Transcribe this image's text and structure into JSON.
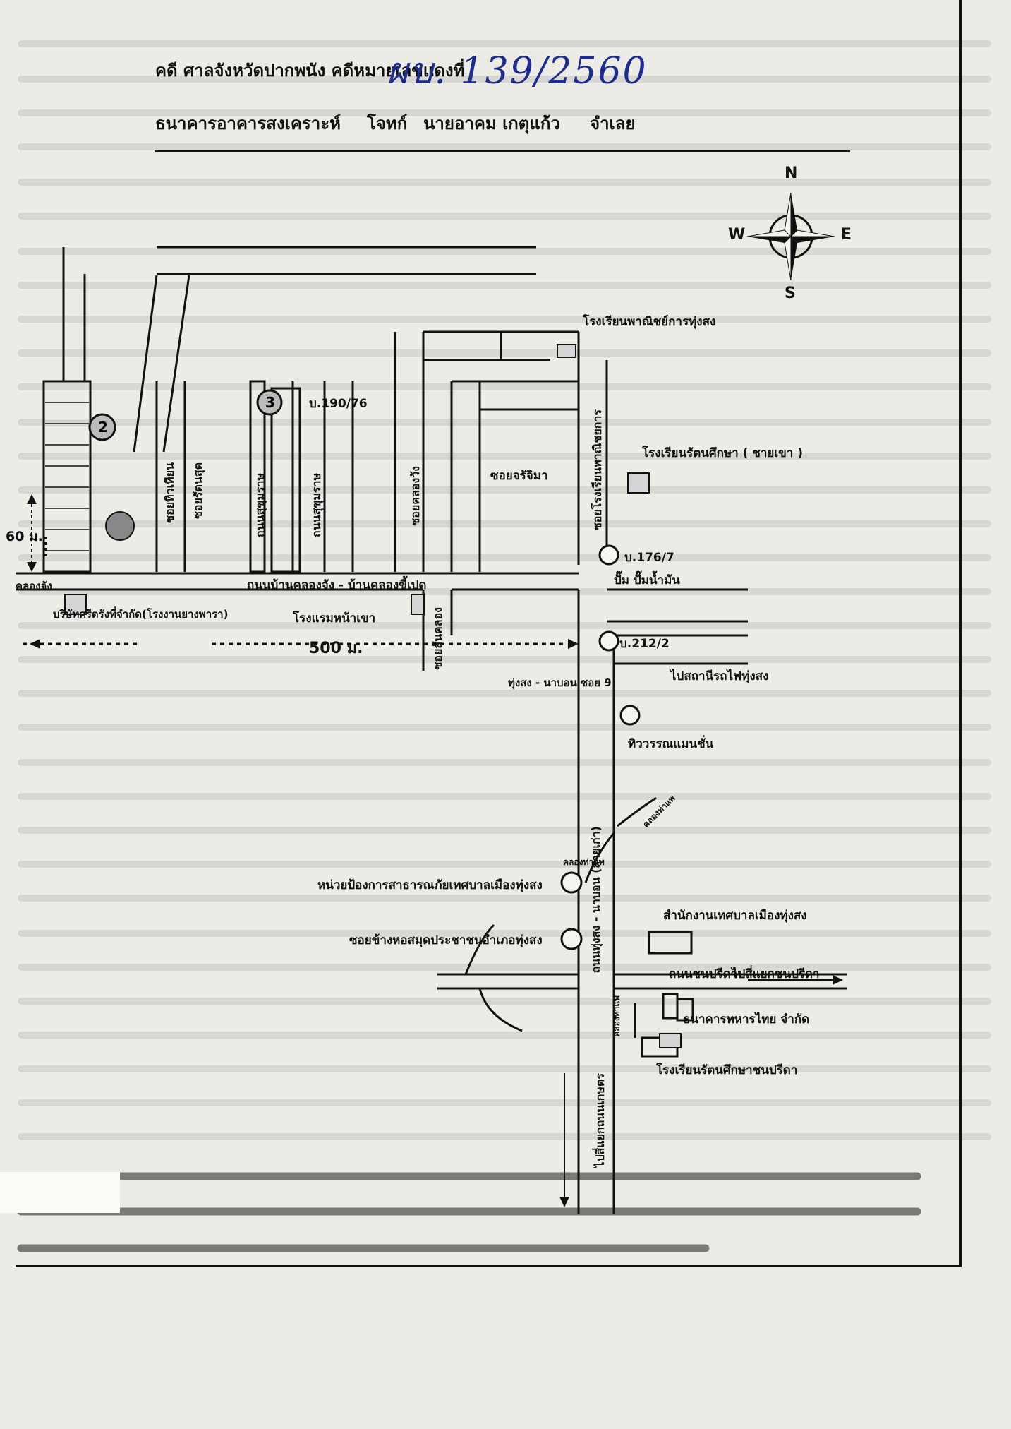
{
  "header": {
    "case_line_label": "คดี ศาลจังหวัดปากพนัง คดีหมายเลขแดงที่",
    "case_number_handwritten": "ผบ. 139/2560",
    "parties_plaintiff": "ธนาคารอาคารสงเคราะห์",
    "parties_role_plaintiff": "โจทก์",
    "parties_defendant": "นายอาคม เกตุแก้ว",
    "parties_role_defendant": "จำเลย"
  },
  "compass": {
    "n": "N",
    "s": "S",
    "e": "E",
    "w": "W"
  },
  "map": {
    "distance_60": "60 ม.",
    "distance_500": "500 ม.",
    "labels": {
      "school_commerce": "โรงเรียนพาณิชย์การทุ่งสง",
      "school_rattana": "โรงเรียนรัตนศึกษา ( ชายเขา )",
      "house_190_76": "บ.190/76",
      "house_176_7": "บ.176/7",
      "gas_station": "ปั๊ม ปั๊มน้ำมัน",
      "house_212_2": "บ.212/2",
      "to_train_station": "ไปสถานีรถไฟทุ่งสง",
      "tungsong_nabon_9": "ทุ่งสง - นาบอน ซอย 9",
      "thiwa_mansion": "ทิววรรณแมนชั่น",
      "road_khlongjang": "ถนนบ้านคลองจัง - บ้านคลองขี้เปด",
      "hotel_naokhao": "โรงแรมหน้าเขา",
      "company_rubber": "บริษัทศรีตรังที่จำกัด(โรงงานยางพารา)",
      "khlong_jang": "คลองจัง",
      "soi_tiwathian": "ซอยทิวเทียน",
      "soi_rattanasut": "ซอยรัตนสุต",
      "road_sukhumrat": "ถนนสุขุมราษ",
      "road_sukhumrat2": "ถนนสุขุมราษ",
      "soi_klongwang": "ซอยคลองวัง",
      "soi_ratcha": "ซอยจรัจิมา",
      "soi_school_road": "ซอยโรงเรียนพาณิชยการ",
      "soi_sankhong": "ซอยสันคลอง",
      "road_tungsong_nabon": "ถนนทุ่งสง - นาบอน (สายเก่า)",
      "disaster_unit": "หน่วยป้องการสาธารณภัยเทศบาลเมืองทุ่งสง",
      "library_soi": "ซอยข้างหอสมุดประชาชนอำเภอทุ่งสง",
      "municipality_office": "สำนักงานเทศบาลเมืองทุ่งสง",
      "road_chonpricha": "ถนนชนปรีดา",
      "to_chonpricha_junction": "ไปสี่แยกชนปรีดา",
      "bank_thai_military": "ธนาคารทหารไทย จำกัด",
      "school_rattana_chonpricha": "โรงเรียนรัตนศึกษาชนปรีดา",
      "to_kasetsat_junction": "ไปสี่แยกถนนเกษตร",
      "khlong_tha_lae": "คลองท่าแพ",
      "khlong_tha_lae2": "คลองท่าแพ",
      "khlong_tha_lae3": "คลองท่าแพ",
      "marker_2": "2",
      "marker_3": "3"
    }
  },
  "colors": {
    "ink": "#111111",
    "handwriting": "#1c2d8f",
    "paper": "#ecebe6"
  }
}
